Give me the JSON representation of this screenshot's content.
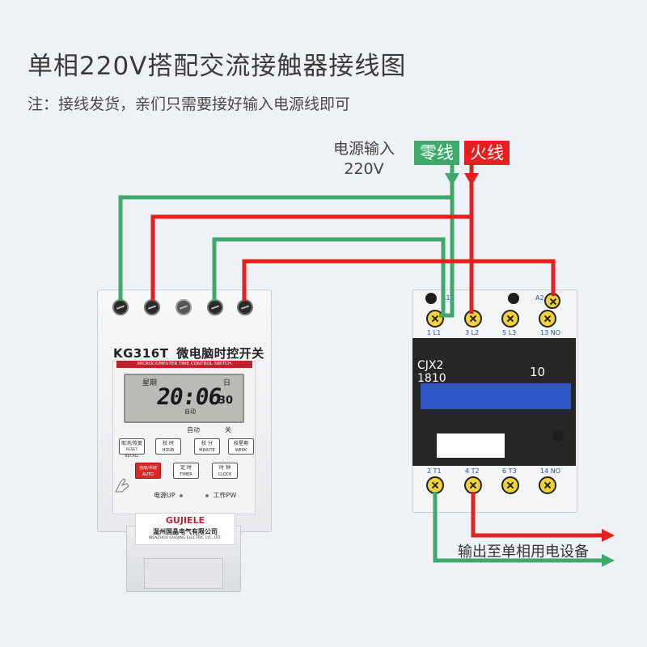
{
  "title": "单相220V搭配交流接触器接线图",
  "note": "注：接线发货，亲们只需要接好输入电源线即可",
  "power_input": {
    "label": "电源输入",
    "voltage": "220V",
    "neutral_tag": "零线",
    "live_tag": "火线"
  },
  "output_label": "输出至单相用电设备",
  "colors": {
    "neutral": "#3daa6c",
    "live": "#e61f1f"
  },
  "timer": {
    "model": "KG316T",
    "name": "微电脑时控开关",
    "subtitle": "MICROCOMPUTER TIME CONTROL SWITCH",
    "lcd_week": "星期",
    "lcd_day": "日",
    "lcd_time": "20:06",
    "lcd_seconds": "30",
    "lcd_mode": "自动",
    "label_auto": "自动",
    "label_off": "关",
    "buttons": [
      {
        "cn": "取消/恢复",
        "en": "RESET RECALL"
      },
      {
        "cn": "校 时",
        "en": "HOUR"
      },
      {
        "cn": "校 分",
        "en": "MINUTE"
      },
      {
        "cn": "校星期",
        "en": "WEEK"
      },
      {
        "cn": "自动/手动",
        "en": "AUTO MANU"
      },
      {
        "cn": "定 时",
        "en": "TIMER"
      },
      {
        "cn": "时 钟",
        "en": "CLOCK"
      }
    ],
    "label_power": "电源UP",
    "label_work": "工作PW",
    "brand": "GUJIELE",
    "company_cn": "温州国晶电气有限公司",
    "company_en": "WENZHOU GUOJING ELECTRIC CO., LTD."
  },
  "contactor": {
    "model_line1": "CJX2",
    "model_line2": "1810",
    "rating": "10",
    "top_labels": [
      "1 L1",
      "3 L2",
      "5 L3",
      "13 NO"
    ],
    "coil_a1": "A1",
    "coil_a2": "A2",
    "bottom_labels": [
      "2 T1",
      "4 T2",
      "6 T3",
      "14 NO"
    ]
  }
}
